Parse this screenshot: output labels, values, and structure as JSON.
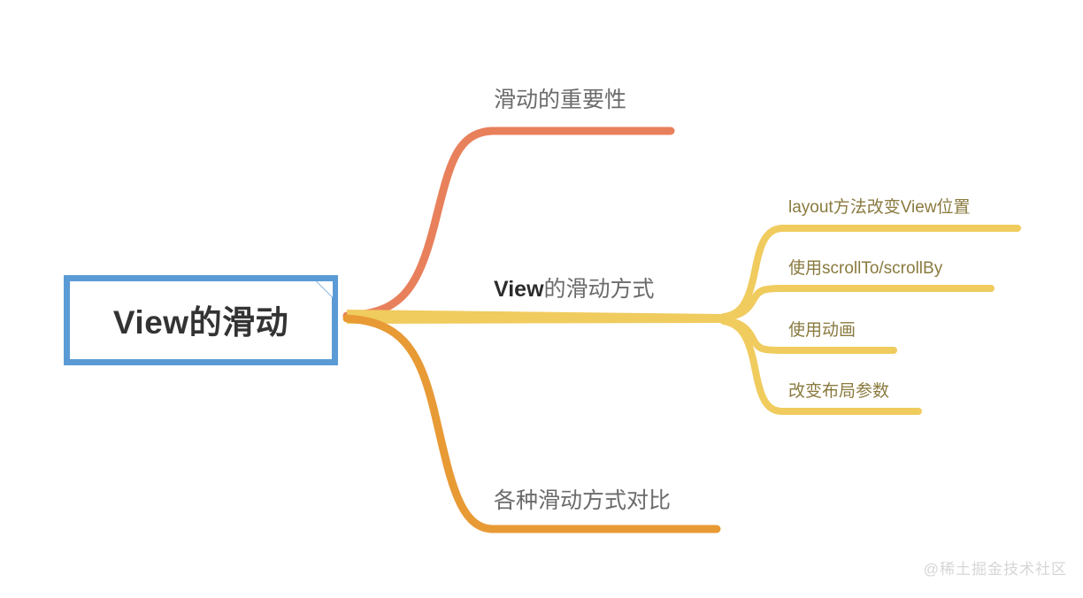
{
  "diagram": {
    "type": "mindmap",
    "title": "View的滑动",
    "background_color": "#ffffff",
    "root": {
      "label": "View的滑动",
      "border_color": "#5b9bd5",
      "text_color": "#333333"
    },
    "branches": [
      {
        "id": "importance",
        "label": "滑动的重要性",
        "color": "#e8805c",
        "text_color": "#6b6b6b",
        "children": []
      },
      {
        "id": "scroll-ways",
        "label_plain": "View的滑动方式",
        "label_emphasis": "View",
        "label_rest": "的滑动方式",
        "color": "#f0cb5e",
        "text_color": "#6b6b6b",
        "children": [
          {
            "id": "layout",
            "label": "layout方法改变View位置",
            "color": "#f0cb5e",
            "text_color": "#8a7a3f"
          },
          {
            "id": "scrollto",
            "label": "使用scrollTo/scrollBy",
            "color": "#f0cb5e",
            "text_color": "#8a7a3f"
          },
          {
            "id": "anim",
            "label": "使用动画",
            "color": "#f0cb5e",
            "text_color": "#8a7a3f"
          },
          {
            "id": "params",
            "label": "改变布局参数",
            "color": "#f0cb5e",
            "text_color": "#8a7a3f"
          }
        ]
      },
      {
        "id": "comparison",
        "label": "各种滑动方式对比",
        "color": "#e89a35",
        "text_color": "#6b6b6b",
        "children": []
      }
    ],
    "watermark": "@稀土掘金技术社区"
  }
}
